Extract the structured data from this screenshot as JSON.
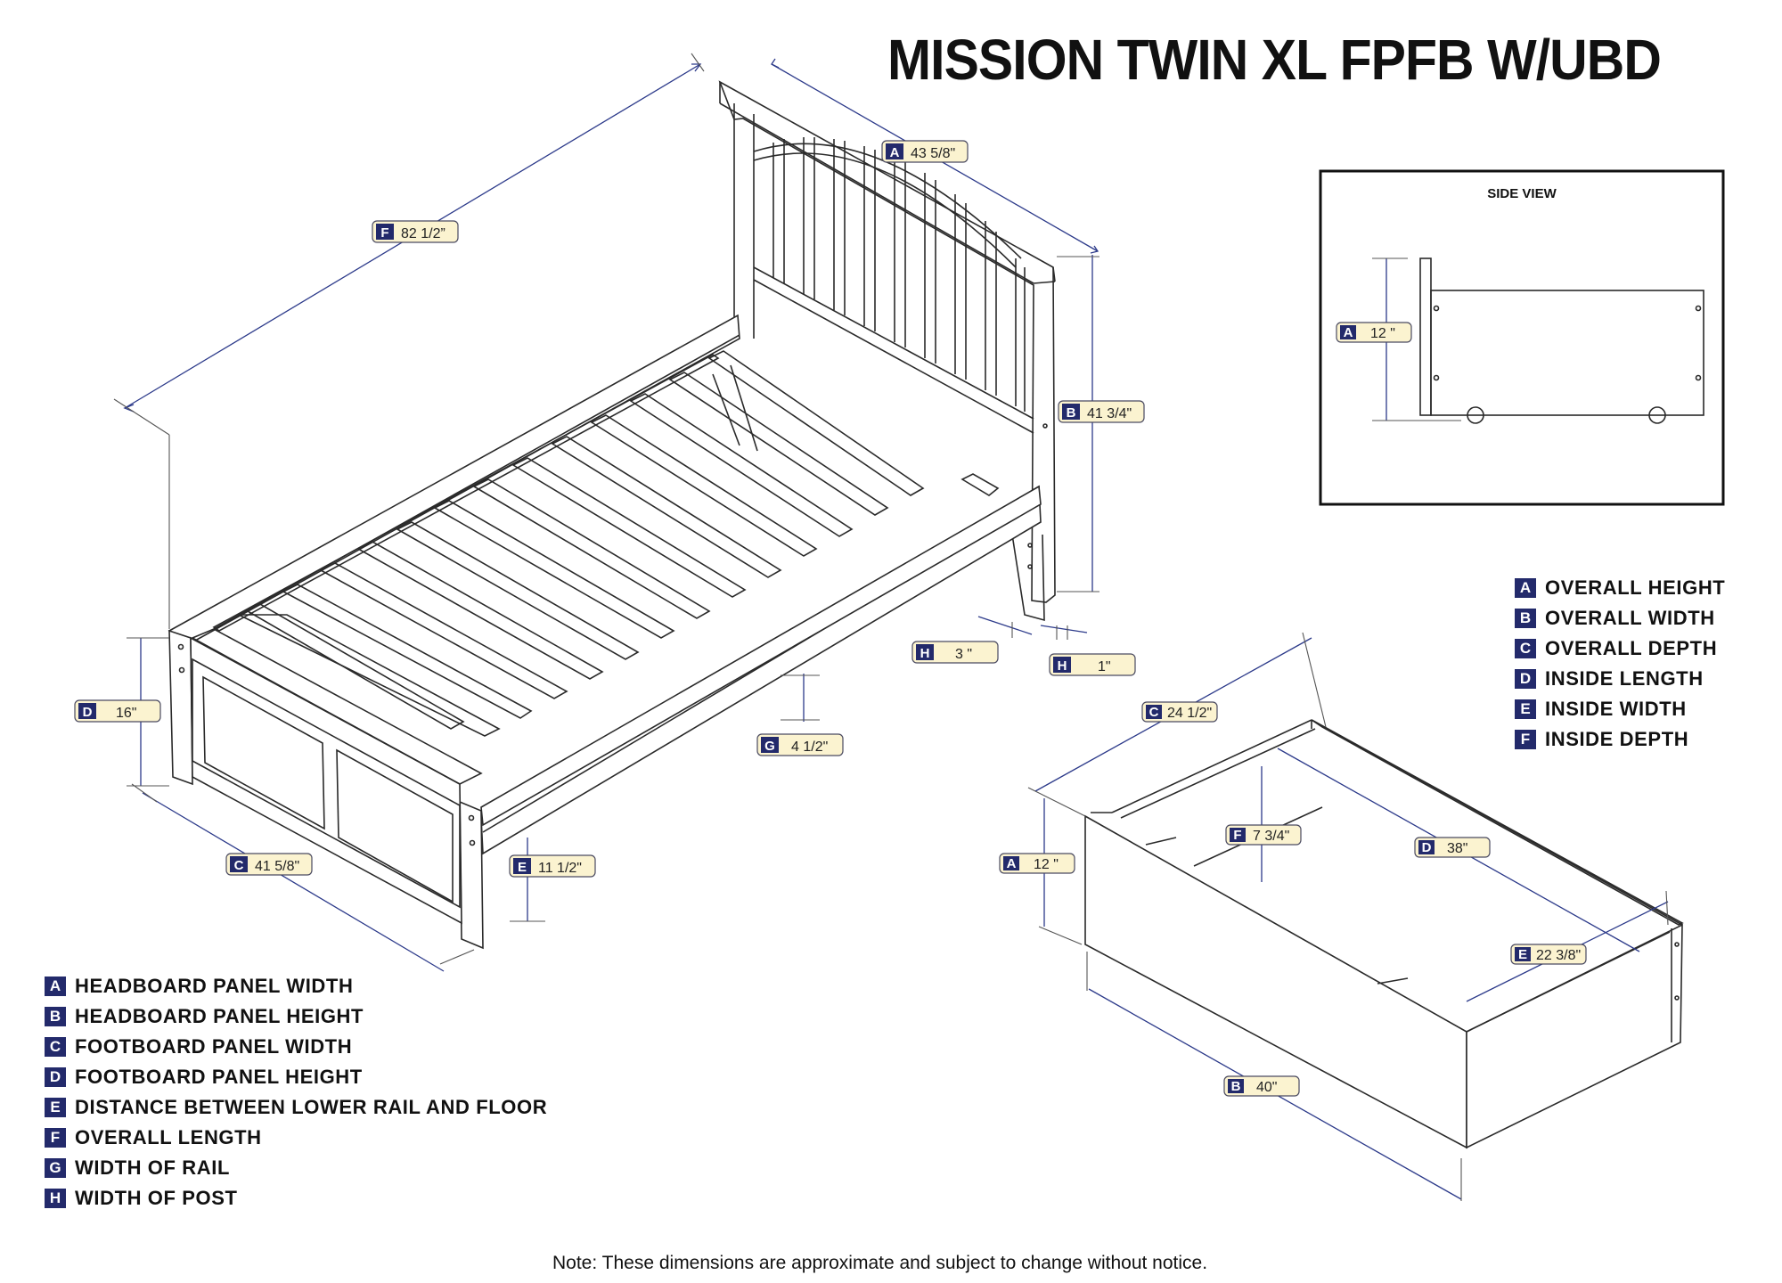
{
  "title": "MISSION TWIN XL FPFB W/UBD",
  "side_view": {
    "title": "SIDE VIEW"
  },
  "bed_legend": [
    {
      "key": "A",
      "text": "HEADBOARD PANEL WIDTH"
    },
    {
      "key": "B",
      "text": "HEADBOARD PANEL HEIGHT"
    },
    {
      "key": "C",
      "text": "FOOTBOARD PANEL WIDTH"
    },
    {
      "key": "D",
      "text": "FOOTBOARD PANEL HEIGHT"
    },
    {
      "key": "E",
      "text": "DISTANCE BETWEEN LOWER RAIL AND FLOOR"
    },
    {
      "key": "F",
      "text": "OVERALL LENGTH"
    },
    {
      "key": "G",
      "text": "WIDTH OF RAIL"
    },
    {
      "key": "H",
      "text": "WIDTH OF POST"
    }
  ],
  "drawer_legend": [
    {
      "key": "A",
      "text": "OVERALL HEIGHT"
    },
    {
      "key": "B",
      "text": "OVERALL WIDTH"
    },
    {
      "key": "C",
      "text": "OVERALL DEPTH"
    },
    {
      "key": "D",
      "text": "INSIDE LENGTH"
    },
    {
      "key": "E",
      "text": "INSIDE WIDTH"
    },
    {
      "key": "F",
      "text": "INSIDE DEPTH"
    }
  ],
  "bed_tags": {
    "a": {
      "key": "A",
      "value": "43 5/8\""
    },
    "b": {
      "key": "B",
      "value": "41 3/4\""
    },
    "c": {
      "key": "C",
      "value": "41 5/8\""
    },
    "d": {
      "key": "D",
      "value": "16\""
    },
    "e": {
      "key": "E",
      "value": "11 1/2\""
    },
    "f": {
      "key": "F",
      "value": "82 1/2”"
    },
    "g": {
      "key": "G",
      "value": "4 1/2\""
    },
    "h1": {
      "key": "H",
      "value": "3 \""
    },
    "h2": {
      "key": "H",
      "value": "1\""
    }
  },
  "drawer_tags": {
    "side_a": {
      "key": "A",
      "value": "12 \""
    },
    "a": {
      "key": "A",
      "value": "12 \""
    },
    "b": {
      "key": "B",
      "value": "40\""
    },
    "c": {
      "key": "C",
      "value": "24 1/2\""
    },
    "d": {
      "key": "D",
      "value": "38\""
    },
    "e": {
      "key": "E",
      "value": "22 3/8\""
    },
    "f": {
      "key": "F",
      "value": "7 3/4\""
    }
  },
  "note": "Note:  These dimensions are approximate and subject to change without notice."
}
